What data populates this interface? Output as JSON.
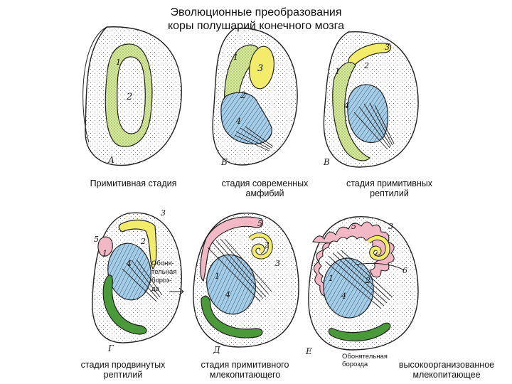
{
  "title": {
    "line1": "Эволюционные преобразования",
    "line2": "коры полушарий конечного мозга"
  },
  "panels": [
    {
      "letter": "А",
      "caption_line1": "Примитивная стадия",
      "caption_line2": ""
    },
    {
      "letter": "Б",
      "caption_line1": "стадия современных",
      "caption_line2": "амфибий"
    },
    {
      "letter": "В",
      "caption_line1": "стадия примитивных",
      "caption_line2": "рептилий"
    },
    {
      "letter": "Г",
      "caption_line1": "стадия продвинутых",
      "caption_line2": "рептилий"
    },
    {
      "letter": "Д",
      "caption_line1": "стадия примитивного",
      "caption_line2": "млекопитающего"
    },
    {
      "letter": "Е",
      "caption_line1": "высокоорганизованное",
      "caption_line2": "млекопитающее"
    }
  ],
  "region_numbers": {
    "n1": "1",
    "n2": "2",
    "n3": "3",
    "n4": "4",
    "n5": "5",
    "n6": "6"
  },
  "olfactory_label": {
    "g_line1": "Обоня-",
    "g_line2": "тельная",
    "g_line3": "бороз-",
    "g_line4": "да",
    "e_line1": "Обонятельная",
    "e_line2": "борозда"
  },
  "colors": {
    "green": "#4a9a3a",
    "yellow": "#f2ec6a",
    "blue": "#8fc0e0",
    "pink": "#f2b8c6",
    "stipple": "#cfe3a8",
    "outline": "#222222"
  }
}
